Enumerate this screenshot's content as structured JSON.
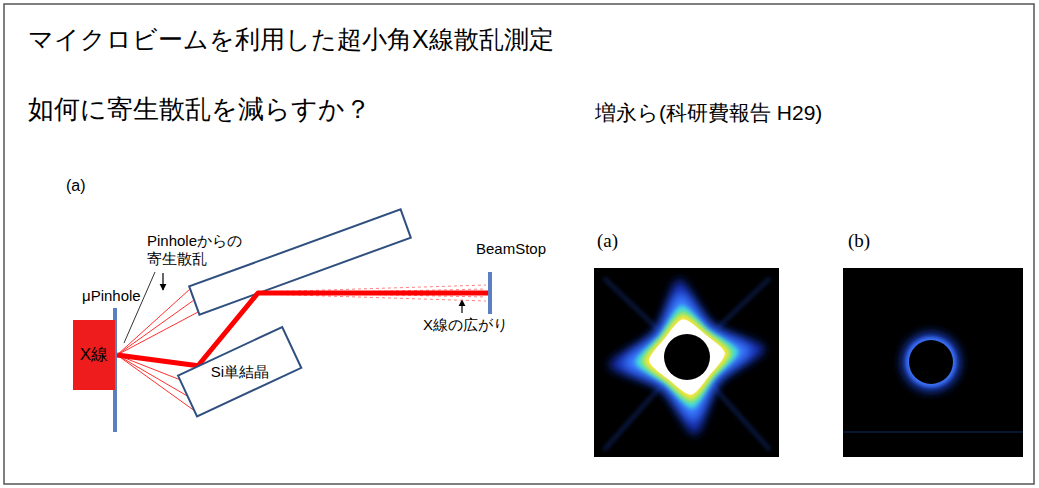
{
  "diagram": {
    "title": "マイクロビームを利用した超小角X線散乱測定",
    "nodes": [
      {
        "text": [
          "X線"
        ]
      },
      {
        "text": [
          "Si単結晶"
        ]
      }
    ],
    "labels": [
      "如何に寄生散乱を減らすか？",
      "増永ら(科研費報告 H29)",
      "(a)",
      "Pinholeからの 寄生散乱",
      "μPinhole",
      "BeamStop",
      "X線の広がり",
      "(a)",
      "(b)"
    ]
  }
}
